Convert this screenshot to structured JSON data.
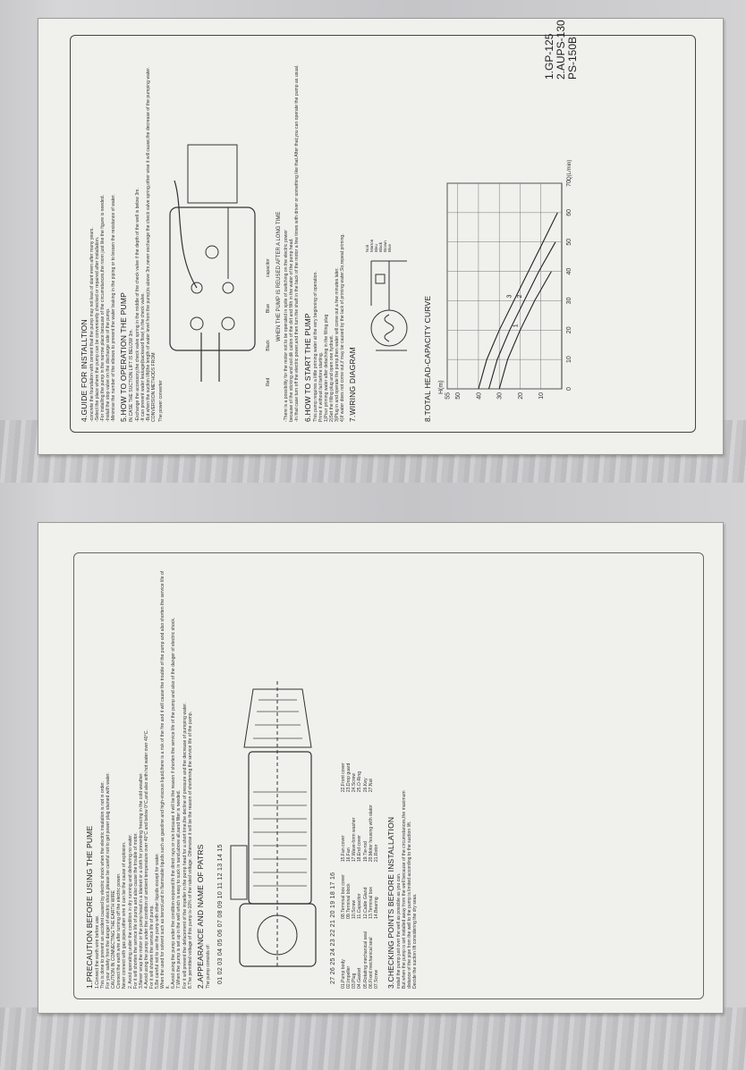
{
  "left_page": {
    "sec1": {
      "title": "1.PRECAUTION BEFORE USING THE PUME",
      "lines": [
        "1.Connect the earth wire before use.",
        "  This is done to prevent an accident caused by electric shock when the electric insulation is not in order.",
        "  For your safety from the danger of electric shock,please be careful not to get power plug stained with water.",
        "  CAUTION IN CONNECTING THE EARTH WIRE",
        "  Connect the earth wire after turning off the electric power.",
        "  Never connect with gas pipes,other wire it can be the cause of explosion.",
        "2. Avoid operating under the condition in dry running and delivering no water.",
        "  For it will shorten the service life of pump and also cause the trouble of motor.",
        "3.Never wrap the motor or the pump head in a blanket or a cloth for preventing freezing in the cold weather.",
        "4.Avoid using the pump under the condition of ambient temperature over 40°C and below 0°C,and also with hot water over 40°C.",
        "  For it will shorten the service life of pump.",
        "5.Be careful not to use the pump with other liquids except for water.",
        "  When the used for solvent such as benzol,and in flammable liquids such as gasoline and high-viscous liquid,there is a risk of the fire and it will cause the trouble of the pump and also shorten the service life of it.",
        "6.Avoid using the pump under the condition exposed th the direct rays or rain because it will be the reason if shorten the service life of the pump and also of the danger of electric shock.",
        "7.When the pump is set up in the well which is easy to suck in sand,above all,sand filter is needed.",
        "  For it will prevent the defacement of the impeller in the pump head for a short time,the decline of pressure and the decrease of pumping water.",
        "8.The permitted voltage of this pump is-10% of the rated voltage. Otherwise it will be the reason of shortening the service life of the pump."
      ]
    },
    "sec2": {
      "title": "2.APPEARANCE AND NAME OF PATRS",
      "subtitle": "The pump consists of:",
      "top_numbers": "01 02 03 04 05 06 07 08 09 10 11 12 13 14 15",
      "bottom_numbers": "27 26 25 24 23 22 21 20 19 18 17 16",
      "col1": [
        "01.Pump body",
        "02.Impeller",
        "03.Plug",
        "04.Gasket",
        "05.Rotating mechanical seal",
        "06.Fixed mechanical seal",
        "07.Screw"
      ],
      "col2": [
        "08.Terminal box cover",
        "09.Terminal block",
        "10.Screw",
        "11.Capacitor",
        "12.Cable Gland",
        "13.Terminal box",
        "14.Bearing"
      ],
      "col3": [
        "15.Fan cover",
        "16.Fan",
        "17.Wave-form washer",
        "18.End cover",
        "19.Tie-rod",
        "20.Motor housing with stator",
        "21.Rotor"
      ],
      "col4": [
        "22.Front cover",
        "23.Drop guard",
        "24.Screw",
        "25.O-Ring",
        "26.Key",
        "27.Nut"
      ]
    },
    "sec3": {
      "title": "3.CHECKING POINTS BEFORE INSTALLATION",
      "lines": [
        "install the pump just over the well as possible as you can.",
        "But when the pump is set installed away from the well because of the circumstances,the maximum",
        "distance of the pipe from the well to the pump is limited according to the suction lift.",
        "Decide the suction lift considering the dry seas."
      ]
    }
  },
  "right_page": {
    "sec4": {
      "title": "4.GUIDE FOR INSTALLTION",
      "lines": [
        "-concrete the foundation with cement that the pump may not lean of slant even after many years.",
        "-Select the place where the pump can be conveniently checked or repaired after installation.",
        "-For installing the pump in the narrow place because of the circumstances,the room just like the figure is needed.",
        "-Install the stop valve on the discharge side of the pump.",
        "-Minimise the number of the elbows to prevent the water leaking in the piping or to lessen the resistance of water."
      ]
    },
    "sec5": {
      "title": "5.HOW TO OPERATION THE PUMP",
      "lines": [
        "IN CASE THE SUCTION LIFT IS BELOW 3m.",
        "-Exchange the accessory,the check valve spring in the middle of the check valve if the depth of the well is below 3m.",
        "-It can prevent water leakage(backward flow) in the check valve.",
        "-But when the suction lift(the length of water level from the pump)is above 3m,never exchange the check valve spring,other wise it will cause,the decrease of the pumping water.",
        "CONVERSION METHODS FROM"
      ],
      "converter_title": "The power converter",
      "wire_labels": [
        "Red",
        "Black",
        "Blue"
      ],
      "capacitor_label": "capacitor"
    },
    "reused": {
      "title": "WHEN THE PUMP IS REUSED AFTER A LONG TIME",
      "lines": [
        "-There is a possibility for the motor not to be operated in spite of switching on the electric power",
        "because of the sticking and soil dili cation of the dirt and filth in the water of the pump head.",
        "-In that case turn off the electric power,and then turn the shaft in the back of the motor a few times with driver or something like that.After that,you can operate the pump as usual."
      ]
    },
    "sec6": {
      "title": "6.HOW TO START THE PUMP",
      "lines": [
        "This pump requires a little priming water at the very beginning of operation.",
        "Prime it without fail before starting.",
        "1)Pour priming water after detaching in the filling plug",
        "2)Set the filling plug and open one hydrant.",
        "3)Plug in and operate the pump,then water will come out a few minutes later.",
        "4)If water does not come out,if may be caused by the lack of priming water.So,repeat priming."
      ]
    },
    "sec7": {
      "title": "7.WIRING DIAGRAM",
      "legend": [
        "Noir",
        "Marron",
        "Bleu",
        "Black",
        "Brown",
        "Blue"
      ]
    },
    "sec8": {
      "title": "8.TOTAL HEAD-CAPACITY CURVE"
    },
    "models": [
      "1.GP-125",
      "2.AUPS-130",
      "PS-150B"
    ]
  },
  "chart_data": {
    "type": "line",
    "title": "8.TOTAL HEAD-CAPACITY CURVE",
    "xlabel": "Q(L/min)",
    "ylabel": "H(m)",
    "x_ticks": [
      0,
      10,
      20,
      30,
      40,
      50,
      60,
      70
    ],
    "y_ticks": [
      10,
      20,
      30,
      40,
      50,
      55
    ],
    "xlim": [
      0,
      70
    ],
    "ylim": [
      0,
      55
    ],
    "grid": true,
    "series": [
      {
        "name": "1",
        "x": [
          0,
          10,
          20,
          30,
          40
        ],
        "y": [
          30,
          26,
          20,
          13,
          5
        ]
      },
      {
        "name": "2",
        "x": [
          0,
          10,
          20,
          30,
          40,
          50
        ],
        "y": [
          35,
          31,
          25,
          18,
          11,
          3
        ]
      },
      {
        "name": "3",
        "x": [
          0,
          10,
          20,
          30,
          40,
          50,
          60
        ],
        "y": [
          40,
          36,
          30,
          23,
          16,
          9,
          2
        ]
      }
    ]
  }
}
